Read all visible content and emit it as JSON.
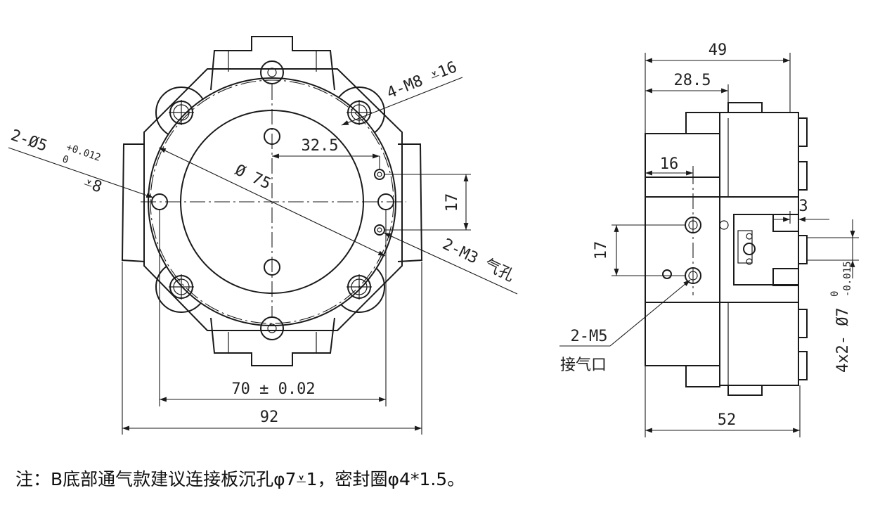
{
  "front_view": {
    "dim_width_overall": "92",
    "dim_hole_spacing": "70 ± 0.02",
    "dim_offset": "32.5",
    "dim_vertical": "17",
    "dim_diameter": "Ø 75",
    "callout_mount_threads": "4-M8 ⩡16",
    "callout_pin_holes": "2-Ø5",
    "callout_pin_tol_upper": "+0.012",
    "callout_pin_tol_lower": "0",
    "callout_pin_depth": "⩡8",
    "callout_air_holes": "2-M3 气孔"
  },
  "side_view": {
    "dim_total": "49",
    "dim_partial": "28.5",
    "dim_16": "16",
    "dim_3": "3",
    "dim_17": "17",
    "dim_bottom": "52",
    "callout_port": "2-M5",
    "callout_port_label": "接气口",
    "callout_pins": "4x2- Ø7",
    "callout_pins_tol_upper": "0",
    "callout_pins_tol_lower": "-0.015"
  },
  "note": "注：B底部通气款建议连接板沉孔φ7⩡1，密封圈φ4*1.5。"
}
